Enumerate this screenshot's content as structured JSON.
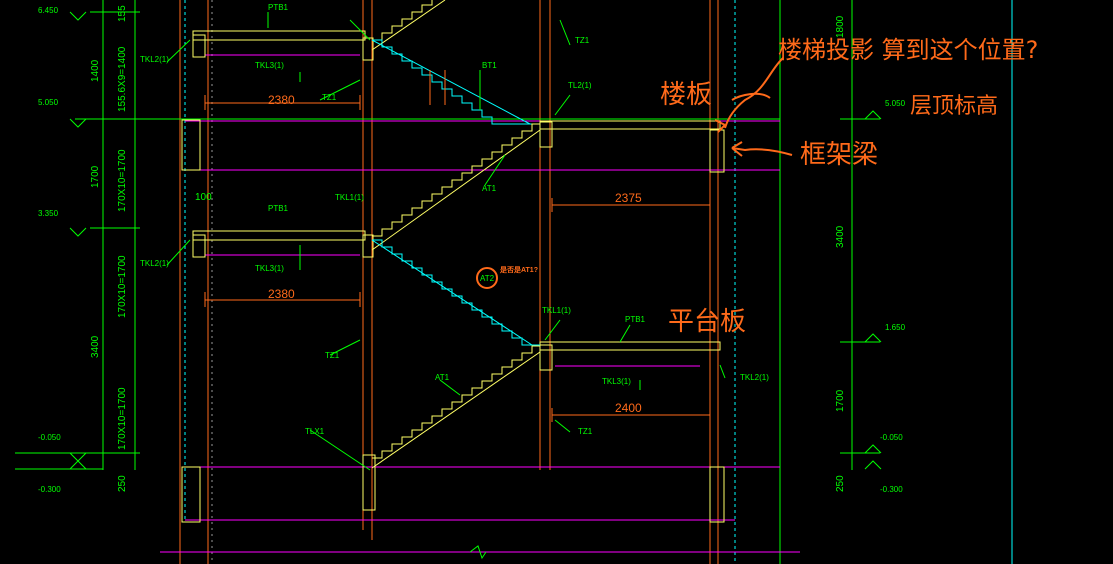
{
  "levels": {
    "l6450": "6.450",
    "l5050": "5.050",
    "l3350": "3.350",
    "lm0050": "-0.050",
    "lm0300": "-0.300",
    "r5050": "5.050",
    "r1650": "1.650",
    "rm0050": "-0.050",
    "rm0300": "-0.300"
  },
  "dims": {
    "d1400": "1400",
    "d1556": "155.6X9=1400",
    "d155": "155",
    "d1700a": "1700",
    "d170x10a": "170X10=1700",
    "d100": "100",
    "d170x10b": "170X10=1700",
    "d3400a": "3400",
    "d170x10c": "170X10=1700",
    "d250a": "250",
    "d2380a": "2380",
    "d2380b": "2380",
    "d2375": "2375",
    "d2400": "2400",
    "d3400r": "3400",
    "d1700r": "1700",
    "d250r": "250",
    "d1800r": "1800"
  },
  "labels": {
    "ptb1a": "PTB1",
    "tkl2a": "TKL2(1)",
    "tkl3a": "TKL3(1)",
    "tz1a": "TZ1",
    "tz1b": "TZ1",
    "bt1": "BT1",
    "tl2": "TL2(1)",
    "at1a": "AT1",
    "tkl1a": "TKL1(1)",
    "ptb1b": "PTB1",
    "tkl2b": "TKL2(1)",
    "tkl3b": "TKL3(1)",
    "at2": "AT2",
    "at2note": "是否是AT1?",
    "tkl1b": "TKL1(1)",
    "ptb1c": "PTB1",
    "tz1c": "TZ1",
    "at1b": "AT1",
    "tkl3c": "TKL3(1)",
    "tkl2c": "TKL2(1)",
    "tlx1": "TLX1",
    "tz1d": "TZ1"
  },
  "annotations": {
    "question": "楼梯投影  算到这个位置?",
    "slab": "楼板",
    "roof_level": "层顶标高",
    "frame_beam": "框架梁",
    "platform": "平台板"
  },
  "colors": {
    "background": "#000000",
    "green": "#00ff00",
    "magenta": "#ff00ff",
    "cyan": "#00ffff",
    "yellow": "#ffff66",
    "orange": "#ff6a1a",
    "white": "#ffffff"
  }
}
